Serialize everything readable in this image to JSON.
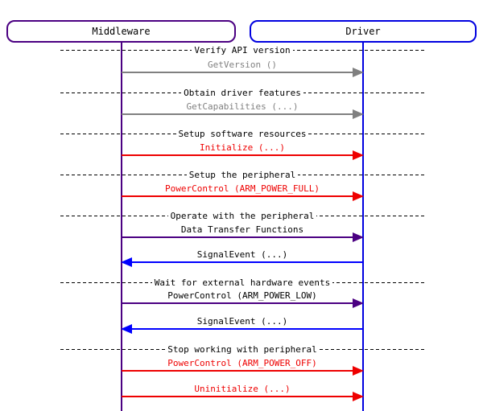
{
  "diagram": {
    "type": "sequence-diagram",
    "participants": [
      {
        "name": "Middleware",
        "color": "#4B0082"
      },
      {
        "name": "Driver",
        "color": "#0000E0"
      }
    ],
    "sections": [
      {
        "label": "Verify API version"
      },
      {
        "label": "Obtain driver features"
      },
      {
        "label": "Setup software resources"
      },
      {
        "label": "Setup the peripheral"
      },
      {
        "label": "Operate with the peripheral"
      },
      {
        "label": "Wait for external hardware events"
      },
      {
        "label": "Stop working with peripheral"
      }
    ],
    "messages": [
      {
        "label": "GetVersion ()",
        "from": "Middleware",
        "to": "Driver",
        "direction": "right",
        "color": "#808080",
        "text_color": "#808080"
      },
      {
        "label": "GetCapabilities (...)",
        "from": "Middleware",
        "to": "Driver",
        "direction": "right",
        "color": "#808080",
        "text_color": "#808080"
      },
      {
        "label": "Initialize (...)",
        "from": "Middleware",
        "to": "Driver",
        "direction": "right",
        "color": "#EE0000",
        "text_color": "#EE0000"
      },
      {
        "label": "PowerControl (ARM_POWER_FULL)",
        "from": "Middleware",
        "to": "Driver",
        "direction": "right",
        "color": "#EE0000",
        "text_color": "#EE0000"
      },
      {
        "label": "Data Transfer Functions",
        "from": "Middleware",
        "to": "Driver",
        "direction": "right",
        "color": "#4B0082",
        "text_color": "#000000"
      },
      {
        "label": "SignalEvent (...)",
        "from": "Driver",
        "to": "Middleware",
        "direction": "left",
        "color": "#0000FF",
        "text_color": "#000000"
      },
      {
        "label": "PowerControl (ARM_POWER_LOW)",
        "from": "Middleware",
        "to": "Driver",
        "direction": "right",
        "color": "#4B0082",
        "text_color": "#000000"
      },
      {
        "label": "SignalEvent (...)",
        "from": "Driver",
        "to": "Middleware",
        "direction": "left",
        "color": "#0000FF",
        "text_color": "#000000"
      },
      {
        "label": "PowerControl (ARM_POWER_OFF)",
        "from": "Middleware",
        "to": "Driver",
        "direction": "right",
        "color": "#EE0000",
        "text_color": "#EE0000"
      },
      {
        "label": "Uninitialize (...)",
        "from": "Middleware",
        "to": "Driver",
        "direction": "right",
        "color": "#EE0000",
        "text_color": "#EE0000"
      }
    ],
    "colors": {
      "middleware_purple": "#4B0082",
      "driver_blue": "#0000E0",
      "query_gray": "#808080",
      "action_red": "#EE0000",
      "transfer_purple": "#4B0082",
      "event_blue": "#0000FF",
      "separator_black": "#000000",
      "background": "#FFFFFF"
    }
  }
}
